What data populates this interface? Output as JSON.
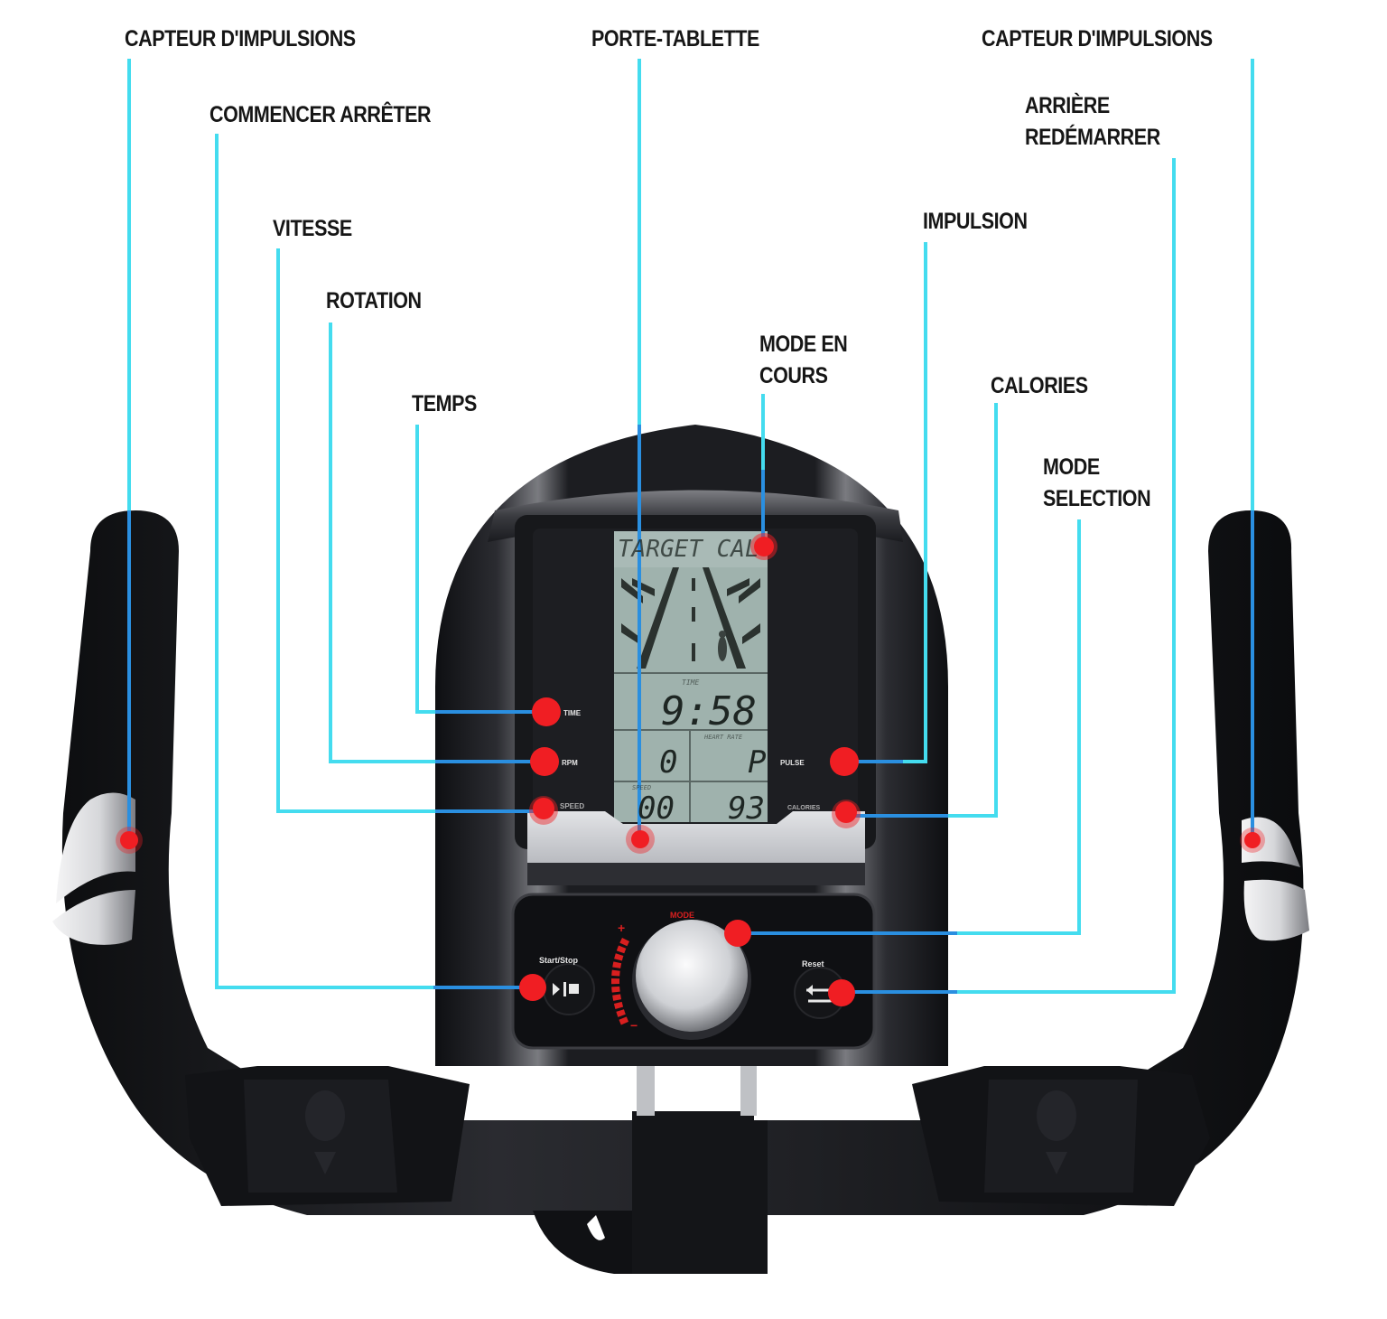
{
  "labels": {
    "pulse_sensor_left": "CAPTEUR D'IMPULSIONS",
    "tablet_holder": "PORTE-TABLETTE",
    "pulse_sensor_right": "CAPTEUR D'IMPULSIONS",
    "start_stop": "COMMENCER ARRÊTER",
    "reset_line1": "ARRIÈRE",
    "reset_line2": "REDÉMARRER",
    "speed": "VITESSE",
    "pulse": "IMPULSION",
    "rotation": "ROTATION",
    "current_mode_line1": "MODE EN",
    "current_mode_line2": "COURS",
    "time": "TEMPS",
    "calories": "CALORIES",
    "mode_select_line1": "MODE",
    "mode_select_line2": "SELECTION"
  },
  "console": {
    "lcd": {
      "banner": "TARGET CAL",
      "time_caption": "TIME",
      "time_value": "9:58",
      "rpm_value": "0",
      "heart_rate_caption": "HEART RATE",
      "heart_rate_value": "P",
      "speed_caption": "SPEED",
      "speed_value": "00",
      "calories_value": "93"
    },
    "side_buttons": {
      "time": "TIME",
      "rpm": "RPM",
      "speed": "SPEED",
      "pulse": "PULSE",
      "calories": "CALORIES"
    },
    "controls": {
      "start_stop_label": "Start/Stop",
      "mode_label": "MODE",
      "reset_label": "Reset",
      "plus": "+",
      "minus": "−"
    }
  },
  "colors": {
    "callout_line_light": "#44dcef",
    "callout_line_dark": "#2a8fe0",
    "marker_red": "#f01e23",
    "lcd_bg": "#9fb2ad",
    "frame_black": "#151619"
  }
}
